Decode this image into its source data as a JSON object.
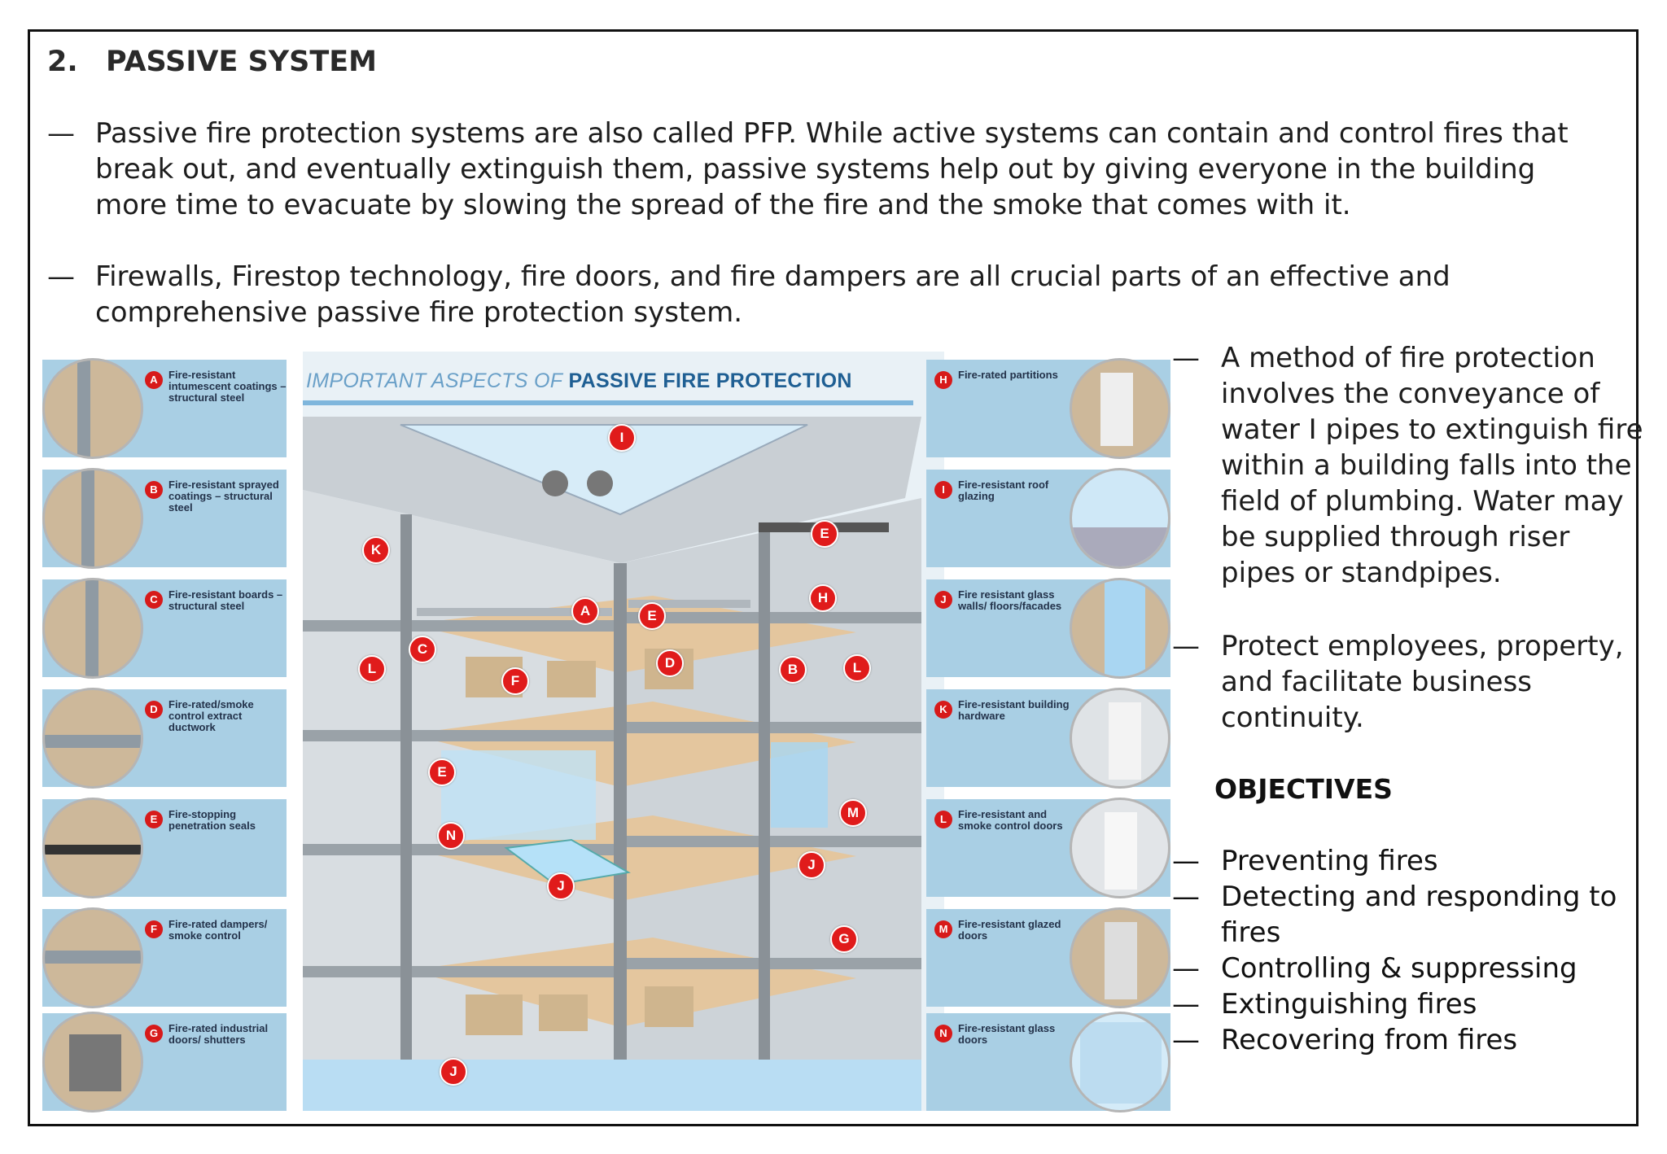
{
  "section": {
    "number": "2.",
    "title": "PASSIVE SYSTEM"
  },
  "dash": "—",
  "paragraphs": [
    "Passive fire protection systems are also called PFP. While active systems can contain and control fires that break out, and eventually extinguish them, passive systems help out by giving everyone in the building more time to evacuate by slowing the spread of the fire and the smoke that comes with it.",
    "Firewalls, Firestop technology, fire doors, and fire dampers are all crucial parts of an effective and comprehensive passive fire protection system."
  ],
  "figure": {
    "title_light": "IMPORTANT ASPECTS OF",
    "title_bold": "PASSIVE FIRE PROTECTION",
    "left_cards": [
      {
        "letter": "A",
        "label": "Fire-resistant intumescent coatings – structural steel"
      },
      {
        "letter": "B",
        "label": "Fire-resistant sprayed coatings – structural steel"
      },
      {
        "letter": "C",
        "label": "Fire-resistant boards – structural steel"
      },
      {
        "letter": "D",
        "label": "Fire-rated/smoke control extract ductwork"
      },
      {
        "letter": "E",
        "label": "Fire-stopping penetration seals"
      },
      {
        "letter": "F",
        "label": "Fire-rated dampers/ smoke control"
      },
      {
        "letter": "G",
        "label": "Fire-rated industrial doors/ shutters"
      }
    ],
    "right_cards": [
      {
        "letter": "H",
        "label": "Fire-rated partitions"
      },
      {
        "letter": "I",
        "label": "Fire-resistant roof glazing"
      },
      {
        "letter": "J",
        "label": "Fire resistant glass walls/ floors/facades"
      },
      {
        "letter": "K",
        "label": "Fire-resistant building hardware"
      },
      {
        "letter": "L",
        "label": "Fire-resistant and smoke control doors"
      },
      {
        "letter": "M",
        "label": "Fire-resistant glazed doors"
      },
      {
        "letter": "N",
        "label": "Fire-resistant glass doors"
      }
    ],
    "callouts": [
      "I",
      "K",
      "E",
      "H",
      "A",
      "E",
      "C",
      "L",
      "D",
      "B",
      "L",
      "F",
      "E",
      "M",
      "N",
      "J",
      "J",
      "G",
      "J"
    ]
  },
  "right_text": [
    "A method of fire protection involves the conveyance of water I pipes to extinguish fire within a building falls into the field of plumbing. Water may be supplied through riser pipes or standpipes.",
    "Protect employees, property, and facilitate business continuity."
  ],
  "objectives_heading": "OBJECTIVES",
  "objectives": [
    "Preventing fires",
    "Detecting and responding to fires",
    "Controlling & suppressing",
    "Extinguishing fires",
    "Recovering from fires"
  ],
  "colors": {
    "badge": "#d71a1a",
    "card_bg": "#a9cfe4",
    "title_blue": "#1f5f93"
  }
}
